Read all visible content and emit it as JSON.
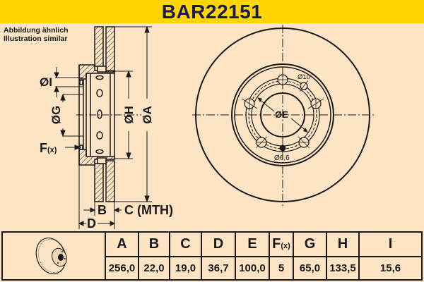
{
  "header": {
    "title": "BAR22151",
    "background_color": "#ffd500",
    "title_color": "#1a1a4e"
  },
  "note": {
    "line1": "Abbildung ähnlich",
    "line2": "Illustration similar"
  },
  "side_view_labels": {
    "diam_i": "ØI",
    "diam_g": "ØG",
    "diam_h": "ØH",
    "diam_a": "ØA",
    "f": "F",
    "f_sub": "(x)",
    "b": "B",
    "c": "C (MTH)",
    "d": "D"
  },
  "front_view_labels": {
    "diam_e": "ØE",
    "hole_large": "Ø10",
    "hole_small": "Ø6,6"
  },
  "spec_table": {
    "columns": [
      {
        "key": "A",
        "label": "A",
        "value": "256,0"
      },
      {
        "key": "B",
        "label": "B",
        "value": "22,0"
      },
      {
        "key": "C",
        "label": "C",
        "value": "19,0"
      },
      {
        "key": "D",
        "label": "D",
        "value": "36,7"
      },
      {
        "key": "E",
        "label": "E",
        "value": "100,0"
      },
      {
        "key": "F",
        "label": "F",
        "label_sub": "(x)",
        "value": "5"
      },
      {
        "key": "G",
        "label": "G",
        "value": "65,0"
      },
      {
        "key": "H",
        "label": "H",
        "value": "133,5"
      },
      {
        "key": "I",
        "label": "I",
        "value": "15,6"
      }
    ]
  },
  "colors": {
    "background": "#fde4c4",
    "line": "#1a1a1a"
  }
}
